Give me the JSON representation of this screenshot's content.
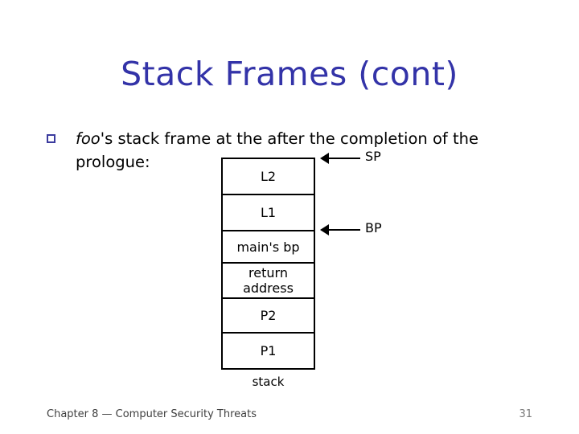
{
  "slide": {
    "title": "Stack Frames (cont)",
    "title_color": "#3333a8",
    "background_color": "#ffffff"
  },
  "bullet": {
    "marker_icon": "hollow-square-bullet-icon",
    "marker_color": "#3b3b9e",
    "emphasis_word": "foo",
    "text_after_emphasis": "'s stack frame at the after the completion of the prologue:"
  },
  "diagram": {
    "caption": "stack",
    "cells": [
      {
        "label": "L2"
      },
      {
        "label": "L1"
      },
      {
        "label": "main's bp"
      },
      {
        "label_line1": "return",
        "label_line2": "address"
      },
      {
        "label": "P2"
      },
      {
        "label": "P1"
      }
    ],
    "pointers": [
      {
        "label": "SP",
        "target": "top-of-L2"
      },
      {
        "label": "BP",
        "target": "bottom-of-L1"
      }
    ]
  },
  "footer": {
    "source": "Chapter 8 — Computer Security Threats",
    "page_number": "31"
  }
}
